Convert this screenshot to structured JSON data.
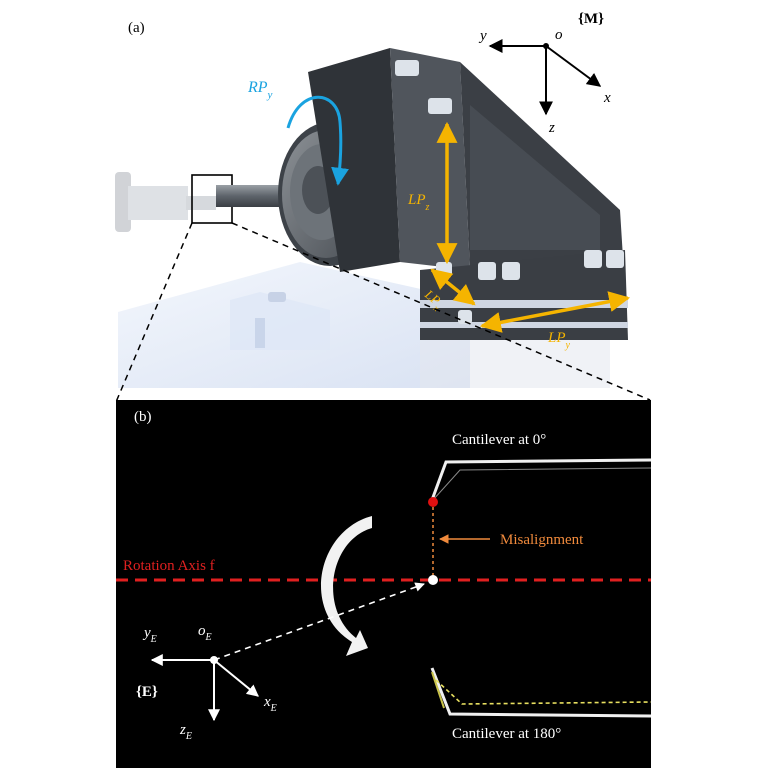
{
  "panel_a": {
    "label": "(a)",
    "frame_label": "{M}",
    "axes": {
      "origin": "o",
      "x": "x",
      "y": "y",
      "z": "z"
    },
    "rotation_label_main": "RP",
    "rotation_label_sub": "y",
    "linear_z_main": "LP",
    "linear_z_sub": "z",
    "linear_x_main": "LP",
    "linear_x_sub": "x",
    "linear_y_main": "LP",
    "linear_y_sub": "y",
    "colors": {
      "rotation": "#1aa3e0",
      "linear": "#f5b400",
      "stage_body": "#3b3f45"
    }
  },
  "panel_b": {
    "label": "(b)",
    "cantilever_top": "Cantilever at 0°",
    "cantilever_bottom": "Cantilever at 180°",
    "misalignment": "Misalignment",
    "rotation_axis": "Rotation Axis f",
    "frame_label": "{E}",
    "axes": {
      "origin_main": "o",
      "origin_sub": "E",
      "x_main": "x",
      "x_sub": "E",
      "y_main": "y",
      "y_sub": "E",
      "z_main": "z",
      "z_sub": "E"
    },
    "colors": {
      "axis_line": "#e02020",
      "misalignment": "#f08a3c",
      "background": "#000000",
      "tip_marker": "#e01010",
      "dashed_cantilever": "#e8e060"
    }
  }
}
